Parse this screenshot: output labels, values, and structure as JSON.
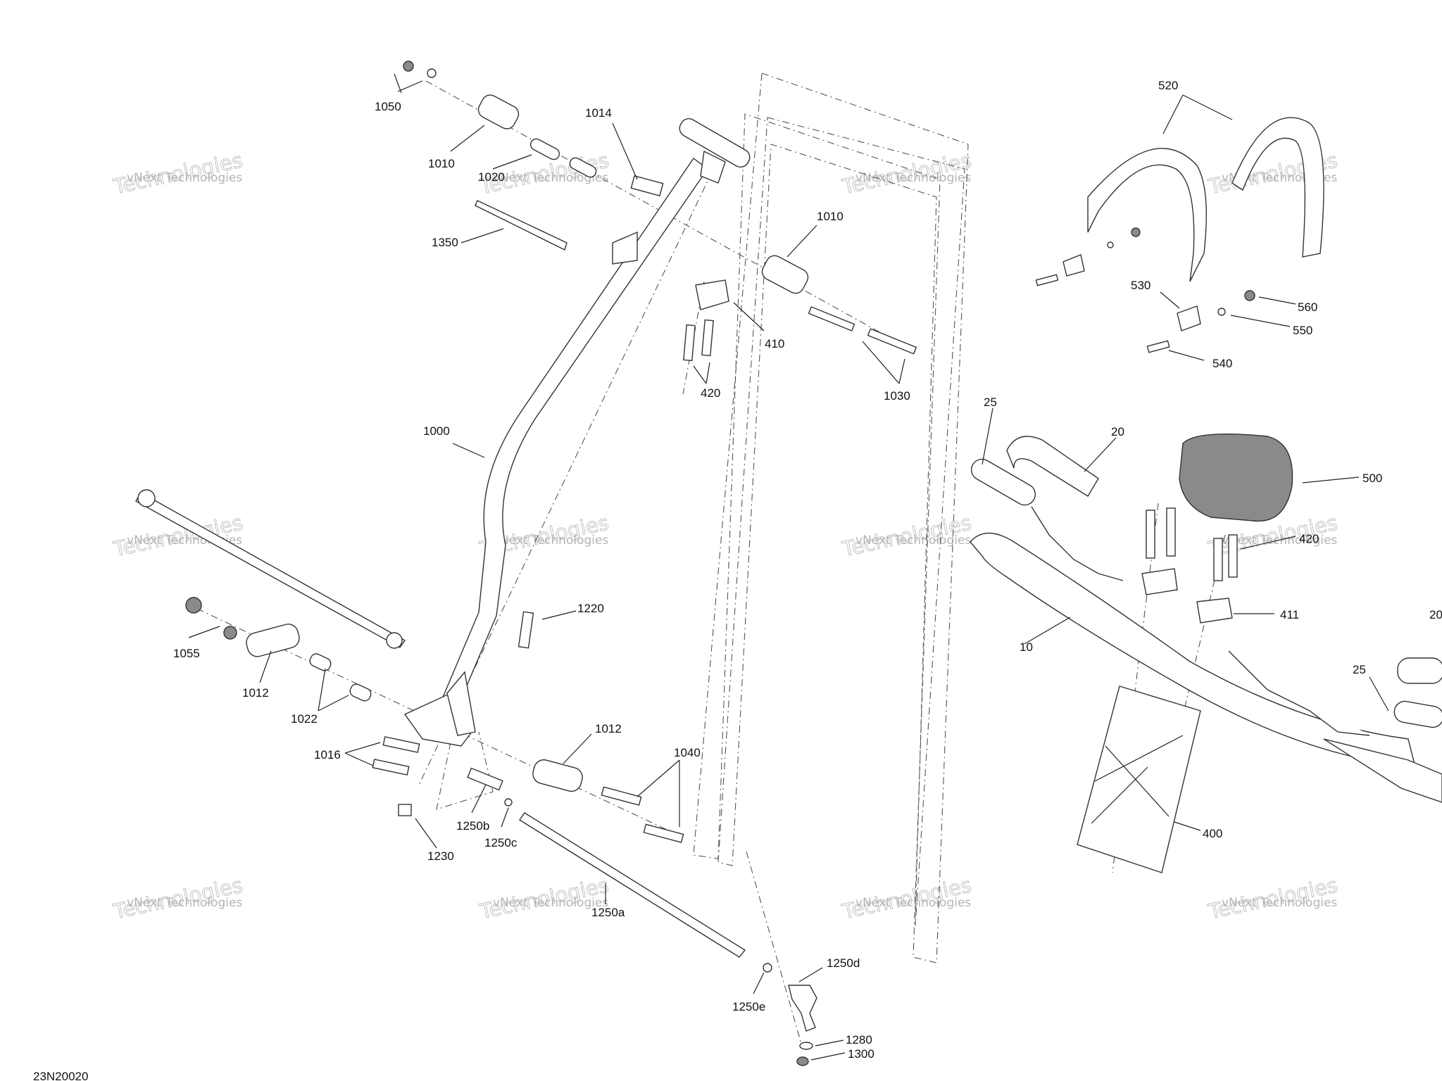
{
  "figure_id": "23N20020",
  "watermark": {
    "line1": "vNext Technologies",
    "line2": "Technologies"
  },
  "part_labels": [
    {
      "id": "1050",
      "text": "1050"
    },
    {
      "id": "1010a",
      "text": "1010"
    },
    {
      "id": "1020",
      "text": "1020"
    },
    {
      "id": "1014",
      "text": "1014"
    },
    {
      "id": "1350",
      "text": "1350"
    },
    {
      "id": "1010b",
      "text": "1010"
    },
    {
      "id": "410",
      "text": "410"
    },
    {
      "id": "420a",
      "text": "420"
    },
    {
      "id": "1030",
      "text": "1030"
    },
    {
      "id": "1000",
      "text": "1000"
    },
    {
      "id": "1220",
      "text": "1220"
    },
    {
      "id": "1055",
      "text": "1055"
    },
    {
      "id": "1012a",
      "text": "1012"
    },
    {
      "id": "1022",
      "text": "1022"
    },
    {
      "id": "1016",
      "text": "1016"
    },
    {
      "id": "1012b",
      "text": "1012"
    },
    {
      "id": "1040",
      "text": "1040"
    },
    {
      "id": "1250b",
      "text": "1250b"
    },
    {
      "id": "1250c",
      "text": "1250c"
    },
    {
      "id": "1230",
      "text": "1230"
    },
    {
      "id": "1250a",
      "text": "1250a"
    },
    {
      "id": "1250d",
      "text": "1250d"
    },
    {
      "id": "1250e",
      "text": "1250e"
    },
    {
      "id": "1280",
      "text": "1280"
    },
    {
      "id": "1300",
      "text": "1300"
    },
    {
      "id": "520",
      "text": "520"
    },
    {
      "id": "530",
      "text": "530"
    },
    {
      "id": "560",
      "text": "560"
    },
    {
      "id": "550",
      "text": "550"
    },
    {
      "id": "540",
      "text": "540"
    },
    {
      "id": "25a",
      "text": "25"
    },
    {
      "id": "20a",
      "text": "20"
    },
    {
      "id": "500",
      "text": "500"
    },
    {
      "id": "420b",
      "text": "420"
    },
    {
      "id": "411",
      "text": "411"
    },
    {
      "id": "10",
      "text": "10"
    },
    {
      "id": "20b",
      "text": "20"
    },
    {
      "id": "25b",
      "text": "25"
    },
    {
      "id": "400",
      "text": "400"
    }
  ]
}
